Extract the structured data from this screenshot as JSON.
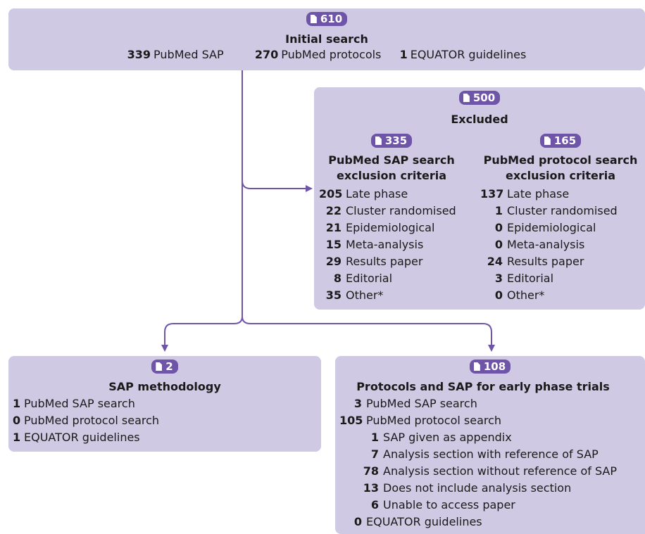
{
  "top": {
    "count": "610",
    "title": "Initial search",
    "items": [
      {
        "num": "339",
        "label": "PubMed SAP"
      },
      {
        "num": "270",
        "label": "PubMed protocols"
      },
      {
        "num": "1",
        "label": "EQUATOR guidelines"
      }
    ]
  },
  "excluded": {
    "count": "500",
    "title": "Excluded",
    "left": {
      "count": "335",
      "title_line1": "PubMed SAP search",
      "title_line2": "exclusion criteria",
      "rows": [
        {
          "num": "205",
          "label": "Late phase"
        },
        {
          "num": "22",
          "label": "Cluster randomised"
        },
        {
          "num": "21",
          "label": "Epidemiological"
        },
        {
          "num": "15",
          "label": "Meta-analysis"
        },
        {
          "num": "29",
          "label": "Results paper"
        },
        {
          "num": "8",
          "label": "Editorial"
        },
        {
          "num": "35",
          "label": "Other*"
        }
      ]
    },
    "right": {
      "count": "165",
      "title_line1": "PubMed protocol search",
      "title_line2": "exclusion criteria",
      "rows": [
        {
          "num": "137",
          "label": "Late phase"
        },
        {
          "num": "1",
          "label": "Cluster randomised"
        },
        {
          "num": "0",
          "label": "Epidemiological"
        },
        {
          "num": "0",
          "label": "Meta-analysis"
        },
        {
          "num": "24",
          "label": "Results paper"
        },
        {
          "num": "3",
          "label": "Editorial"
        },
        {
          "num": "0",
          "label": "Other*"
        }
      ]
    }
  },
  "sap": {
    "count": "2",
    "title": "SAP methodology",
    "rows": [
      {
        "num": "1",
        "label": "PubMed SAP search"
      },
      {
        "num": "0",
        "label": "PubMed protocol search"
      },
      {
        "num": "1",
        "label": "EQUATOR guidelines"
      }
    ]
  },
  "protocols": {
    "count": "108",
    "title": "Protocols and SAP for early phase trials",
    "rows": [
      {
        "num": "3",
        "label": "PubMed SAP search"
      },
      {
        "num": "105",
        "label": "PubMed protocol search"
      },
      {
        "num": "1",
        "label": "SAP given as appendix"
      },
      {
        "num": "7",
        "label": "Analysis section with reference of SAP"
      },
      {
        "num": "78",
        "label": "Analysis section without reference of SAP"
      },
      {
        "num": "13",
        "label": "Does not include analysis section"
      },
      {
        "num": "6",
        "label": "Unable to access paper"
      },
      {
        "num": "0",
        "label": "EQUATOR guidelines"
      }
    ]
  },
  "colors": {
    "box": "#cfc9e3",
    "badge": "#6f55a8",
    "arrow": "#6f55a8"
  }
}
